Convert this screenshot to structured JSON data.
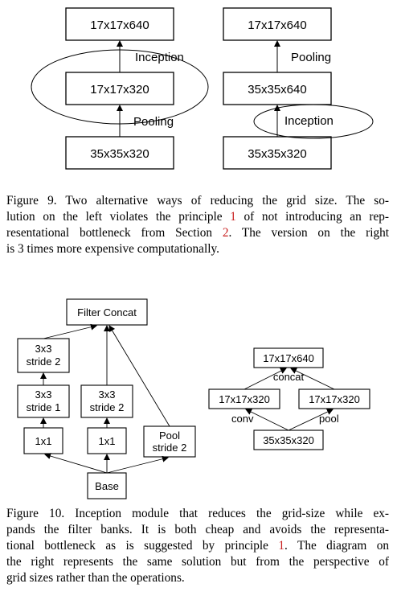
{
  "figure9": {
    "left": {
      "top_box": "17x17x640",
      "mid_box": "17x17x320",
      "bottom_box": "35x35x320",
      "upper_label": "Inception",
      "lower_label": "Pooling"
    },
    "right": {
      "top_box": "17x17x640",
      "mid_box": "35x35x640",
      "bottom_box": "35x35x320",
      "upper_label": "Pooling",
      "lower_label": "Inception"
    },
    "caption": {
      "lines": [
        "Figure 9. Two alternative ways of reducing the grid size. The so-",
        "lution on the left violates the principle 1 of not introducing an rep-",
        "resentational bottleneck from Section 2. The version on the right",
        "is 3 times more expensive computationally."
      ],
      "ref_principle": "1",
      "ref_section": "2"
    }
  },
  "figure10": {
    "left": {
      "filter_concat": "Filter Concat",
      "conv3x3_s2_top": [
        "3x3",
        "stride 2"
      ],
      "conv3x3_s1": [
        "3x3",
        "stride 1"
      ],
      "conv3x3_s2_mid": [
        "3x3",
        "stride 2"
      ],
      "conv1x1_a": "1x1",
      "conv1x1_b": "1x1",
      "pool": [
        "Pool",
        "stride 2"
      ],
      "base": "Base"
    },
    "right": {
      "top_box": "17x17x640",
      "concat_label": "concat",
      "left_box": "17x17x320",
      "right_box": "17x17x320",
      "conv_label": "conv",
      "pool_label": "pool",
      "bottom_box": "35x35x320"
    },
    "caption": {
      "lines": [
        "Figure 10. Inception module that reduces the grid-size while ex-",
        "pands the filter banks. It is both cheap and avoids the representa-",
        "tional bottleneck as is suggested by principle 1. The diagram on",
        "the right represents the same solution but from the perspective of",
        "grid sizes rather than the operations."
      ],
      "ref_principle": "1"
    }
  },
  "colors": {
    "reference": "#c81e1e",
    "ink": "#000000"
  }
}
